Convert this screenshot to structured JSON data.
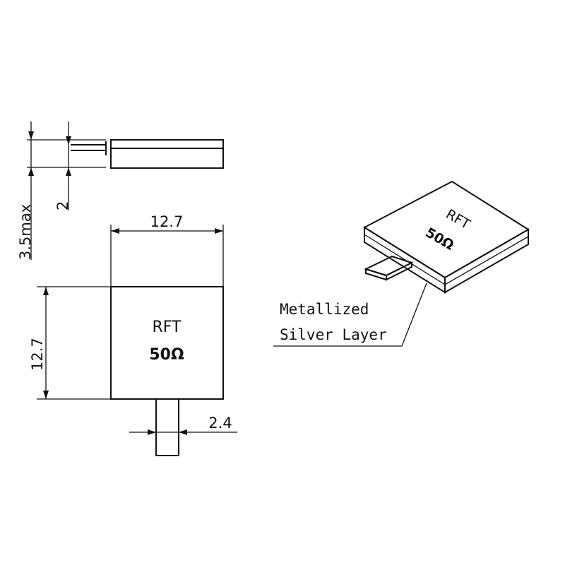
{
  "labels": {
    "product_name": "RFT",
    "resistance": "50Ω",
    "metallized_line1": "Metallized",
    "metallized_line2": "Silver Layer"
  },
  "dimensions": {
    "width": "12.7",
    "height": "12.7",
    "tab_width": "2.4",
    "total_thickness": "3.5max",
    "substrate_thickness": "2"
  }
}
